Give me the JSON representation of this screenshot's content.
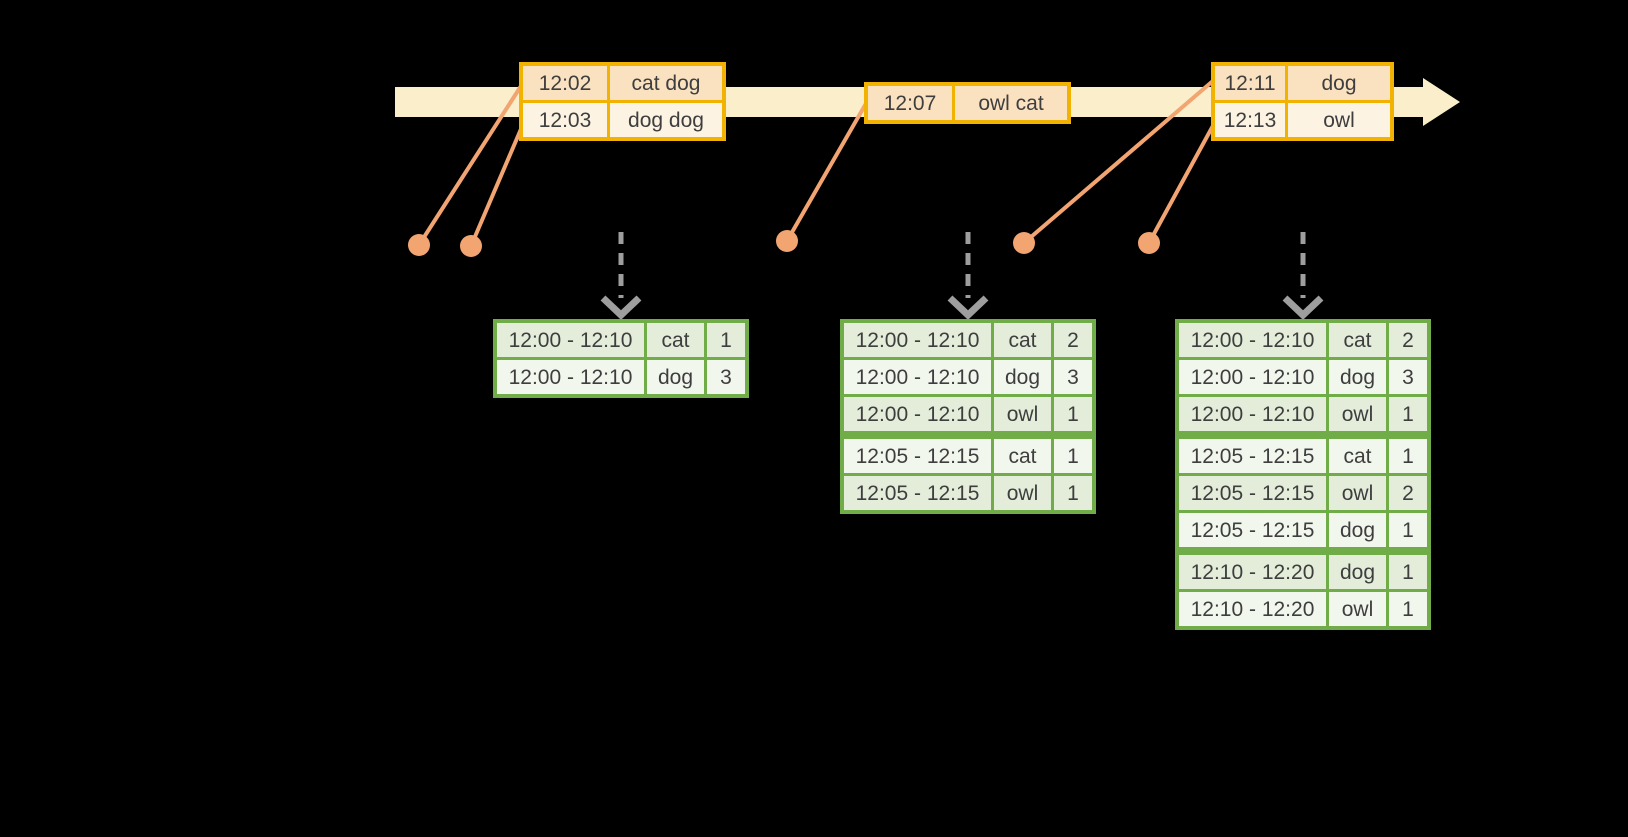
{
  "colors": {
    "background": "#000000",
    "timeline_fill": "#FAEFCA",
    "event_border": "#F2B201",
    "event_row_dark": "#FAE2C0",
    "event_row_light": "#FCF3E2",
    "connector": "#F2A471",
    "result_border": "#70AC47",
    "result_row_dark": "#E3EDDA",
    "result_row_light": "#F2F7EE",
    "flow_arrow": "#9E9E9E",
    "text": "#3E3E3E"
  },
  "event_tables": [
    {
      "rows": [
        {
          "time": "12:02",
          "words": "cat dog"
        },
        {
          "time": "12:03",
          "words": "dog dog"
        }
      ]
    },
    {
      "rows": [
        {
          "time": "12:07",
          "words": "owl cat"
        }
      ]
    },
    {
      "rows": [
        {
          "time": "12:11",
          "words": "dog"
        },
        {
          "time": "12:13",
          "words": "owl"
        }
      ]
    }
  ],
  "result_tables": [
    {
      "rows": [
        {
          "window": "12:00 - 12:10",
          "word": "cat",
          "count": "1"
        },
        {
          "window": "12:00 - 12:10",
          "word": "dog",
          "count": "3"
        }
      ]
    },
    {
      "rows": [
        {
          "window": "12:00 - 12:10",
          "word": "cat",
          "count": "2"
        },
        {
          "window": "12:00 - 12:10",
          "word": "dog",
          "count": "3"
        },
        {
          "window": "12:00 - 12:10",
          "word": "owl",
          "count": "1"
        },
        {
          "window": "12:05 - 12:15",
          "word": "cat",
          "count": "1"
        },
        {
          "window": "12:05 - 12:15",
          "word": "owl",
          "count": "1"
        }
      ]
    },
    {
      "rows": [
        {
          "window": "12:00 - 12:10",
          "word": "cat",
          "count": "2"
        },
        {
          "window": "12:00 - 12:10",
          "word": "dog",
          "count": "3"
        },
        {
          "window": "12:00 - 12:10",
          "word": "owl",
          "count": "1"
        },
        {
          "window": "12:05 - 12:15",
          "word": "cat",
          "count": "1"
        },
        {
          "window": "12:05 - 12:15",
          "word": "owl",
          "count": "2"
        },
        {
          "window": "12:05 - 12:15",
          "word": "dog",
          "count": "1"
        },
        {
          "window": "12:10 - 12:20",
          "word": "dog",
          "count": "1"
        },
        {
          "window": "12:10 - 12:20",
          "word": "owl",
          "count": "1"
        }
      ]
    }
  ]
}
